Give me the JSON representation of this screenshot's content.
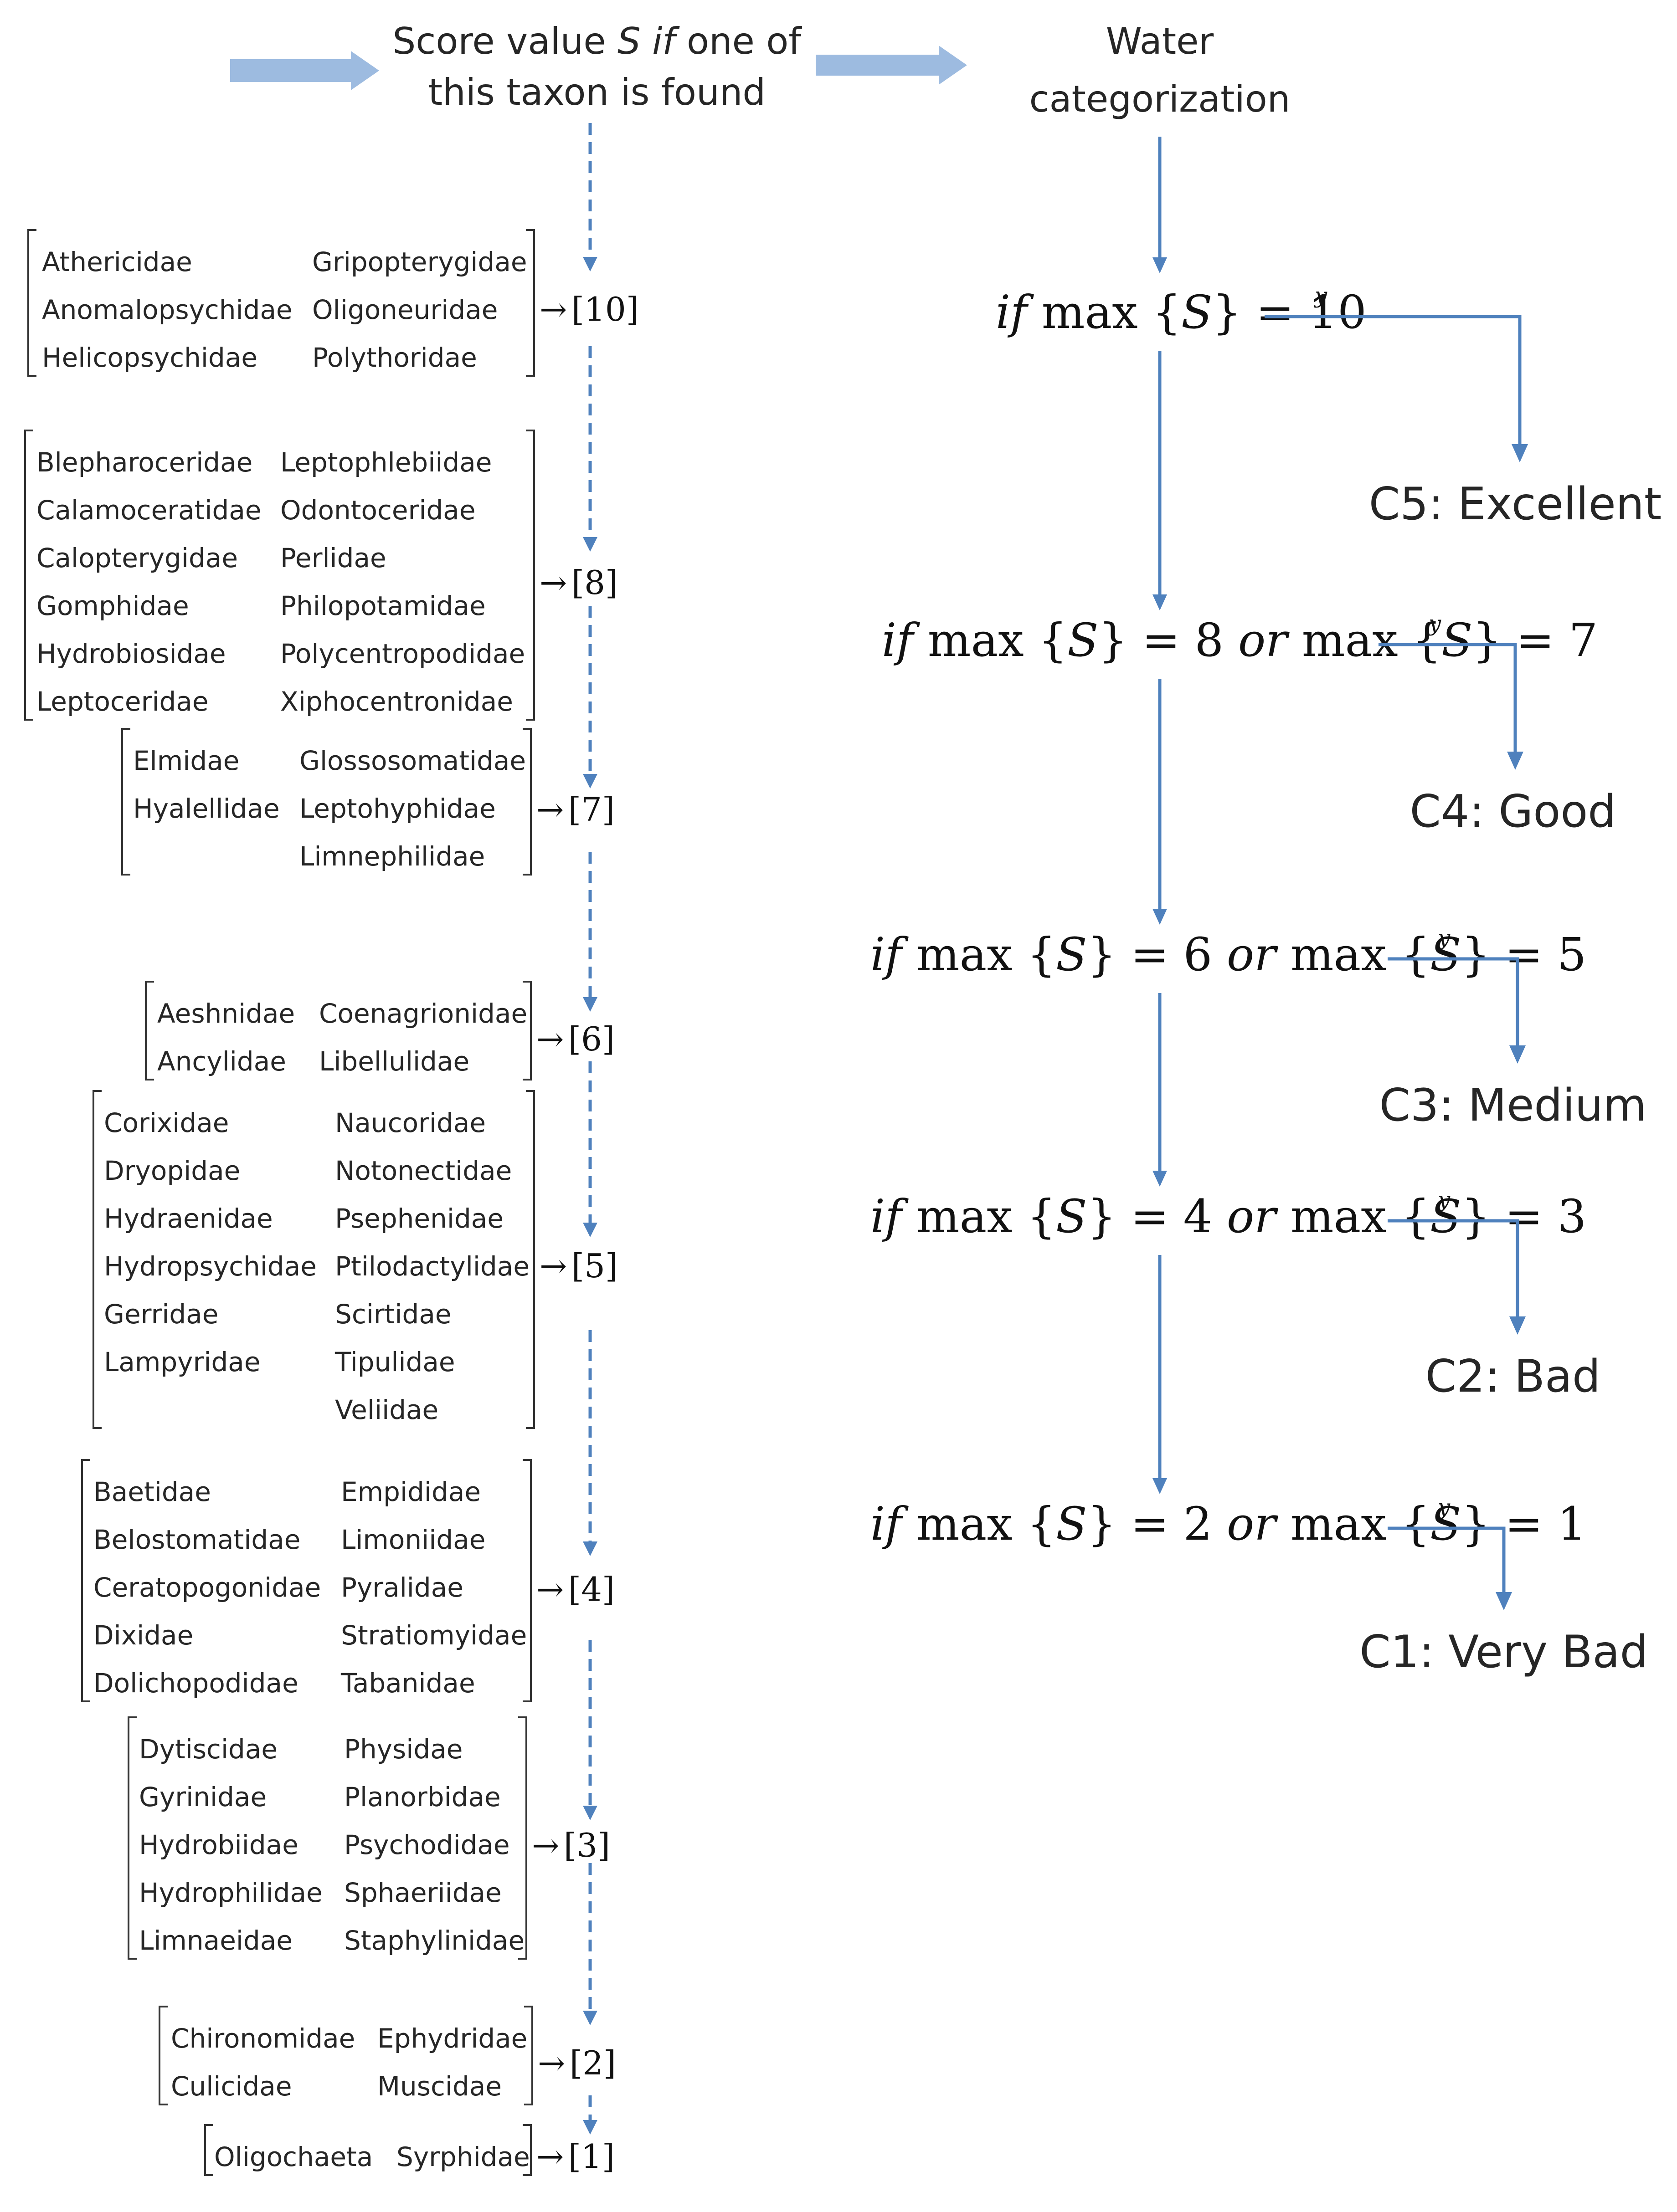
{
  "header": {
    "score_line1_pre": "Score value ",
    "score_line1_S": "S",
    "score_line1_if": "if",
    "score_line1_post": " one of",
    "score_line2": "this taxon is found",
    "water_line1": "Water",
    "water_line2": "categorization"
  },
  "groups": [
    {
      "score": "10",
      "col1": [
        "Athericidae",
        "Anomalopsychidae",
        "Helicopsychidae"
      ],
      "col2": [
        "Gripopterygidae",
        "Oligoneuridae",
        "Polythoridae"
      ]
    },
    {
      "score": "8",
      "col1": [
        "Blepharoceridae",
        "Calamoceratidae",
        "Calopterygidae",
        "Gomphidae",
        "Hydrobiosidae",
        "Leptoceridae"
      ],
      "col2": [
        "Leptophlebiidae",
        "Odontoceridae",
        "Perlidae",
        "Philopotamidae",
        "Polycentropodidae",
        "Xiphocentronidae"
      ]
    },
    {
      "score": "7",
      "col1": [
        "Elmidae",
        "Hyalellidae"
      ],
      "col2": [
        "Glossosomatidae",
        "Leptohyphidae",
        "Limnephilidae"
      ]
    },
    {
      "score": "6",
      "col1": [
        "Aeshnidae",
        "Ancylidae"
      ],
      "col2": [
        "Coenagrionidae",
        "Libellulidae"
      ]
    },
    {
      "score": "5",
      "col1": [
        "Corixidae",
        "Dryopidae",
        "Hydraenidae",
        "Hydropsychidae",
        "Gerridae",
        "Lampyridae"
      ],
      "col2": [
        "Naucoridae",
        "Notonectidae",
        "Psephenidae",
        "Ptilodactylidae",
        "Scirtidae",
        "Tipulidae",
        "Veliidae"
      ]
    },
    {
      "score": "4",
      "col1": [
        "Baetidae",
        "Belostomatidae",
        "Ceratopogonidae",
        "Dixidae",
        "Dolichopodidae"
      ],
      "col2": [
        "Empididae",
        "Limoniidae",
        "Pyralidae",
        "Stratiomyidae",
        "Tabanidae"
      ]
    },
    {
      "score": "3",
      "col1": [
        "Dytiscidae",
        "Gyrinidae",
        "Hydrobiidae",
        "Hydrophilidae",
        "Limnaeidae"
      ],
      "col2": [
        "Physidae",
        "Planorbidae",
        "Psychodidae",
        "Sphaeriidae",
        "Staphylinidae"
      ]
    },
    {
      "score": "2",
      "col1": [
        "Chironomidae",
        "Culicidae"
      ],
      "col2": [
        "Ephydridae",
        "Muscidae"
      ]
    },
    {
      "score": "1",
      "col1": [
        "Oligochaeta"
      ],
      "col2": [
        "Syrphidae"
      ]
    }
  ],
  "conditions": [
    {
      "if": "if",
      "max": "max",
      "S": "S",
      "v1": "10",
      "or": "",
      "v2": "",
      "yes": "y",
      "category": "C5: Excellent"
    },
    {
      "if": "if",
      "max": "max",
      "S": "S",
      "v1": "8",
      "or": "or",
      "v2": "7",
      "yes": "y",
      "category": "C4: Good"
    },
    {
      "if": "if",
      "max": "max",
      "S": "S",
      "v1": "6",
      "or": "or",
      "v2": "5",
      "yes": "y",
      "category": "C3: Medium"
    },
    {
      "if": "if",
      "max": "max",
      "S": "S",
      "v1": "4",
      "or": "or",
      "v2": "3",
      "yes": "y",
      "category": "C2: Bad"
    },
    {
      "if": "if",
      "max": "max",
      "S": "S",
      "v1": "2",
      "or": "or",
      "v2": "1",
      "yes": "y",
      "category": "C1: Very Bad"
    }
  ],
  "colors": {
    "flow": "#4f81bd",
    "header_arrow": "#9dbbe0",
    "text": "#262626"
  }
}
